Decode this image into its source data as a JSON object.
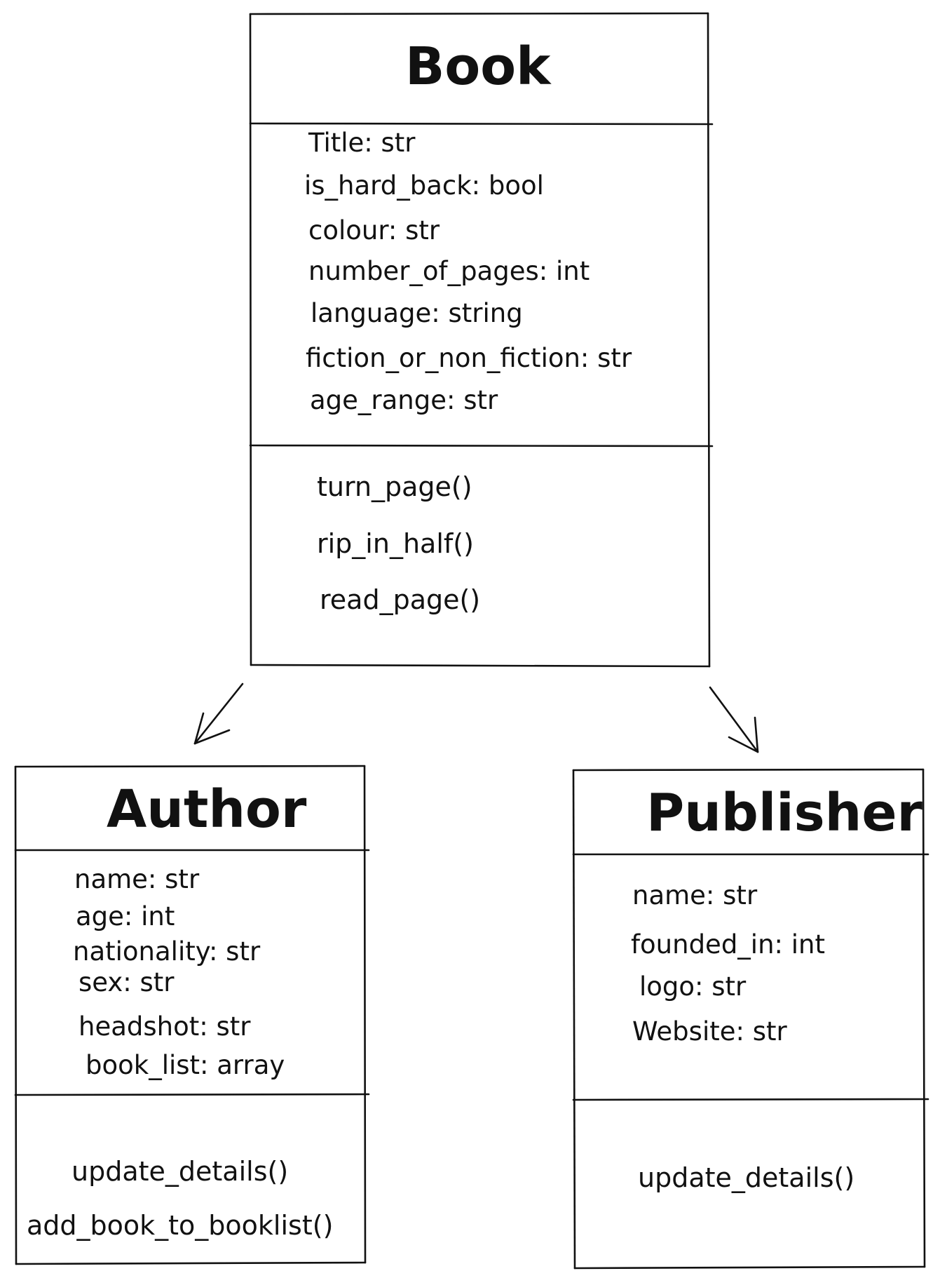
{
  "classes": {
    "book": {
      "name": "Book",
      "attributes": [
        "Title: str",
        "is_hard_back: bool",
        "colour: str",
        "number_of_pages: int",
        "language: string",
        "fiction_or_non_fiction: str",
        "age_range: str"
      ],
      "methods": [
        "turn_page()",
        "rip_in_half()",
        "read_page()"
      ]
    },
    "author": {
      "name": "Author",
      "attributes": [
        "name: str",
        "age: int",
        "nationality: str",
        "sex: str",
        "headshot: str",
        "book_list: array"
      ],
      "methods": [
        "update_details()",
        "add_book_to_booklist()"
      ]
    },
    "publisher": {
      "name": "Publisher",
      "attributes": [
        "name: str",
        "founded_in: int",
        "logo: str",
        "Website: str"
      ],
      "methods": [
        "update_details()"
      ]
    }
  },
  "relationships": [
    {
      "from": "Book",
      "to": "Author"
    },
    {
      "from": "Book",
      "to": "Publisher"
    }
  ],
  "colors": {
    "ink": "#111111",
    "background": "#ffffff"
  }
}
